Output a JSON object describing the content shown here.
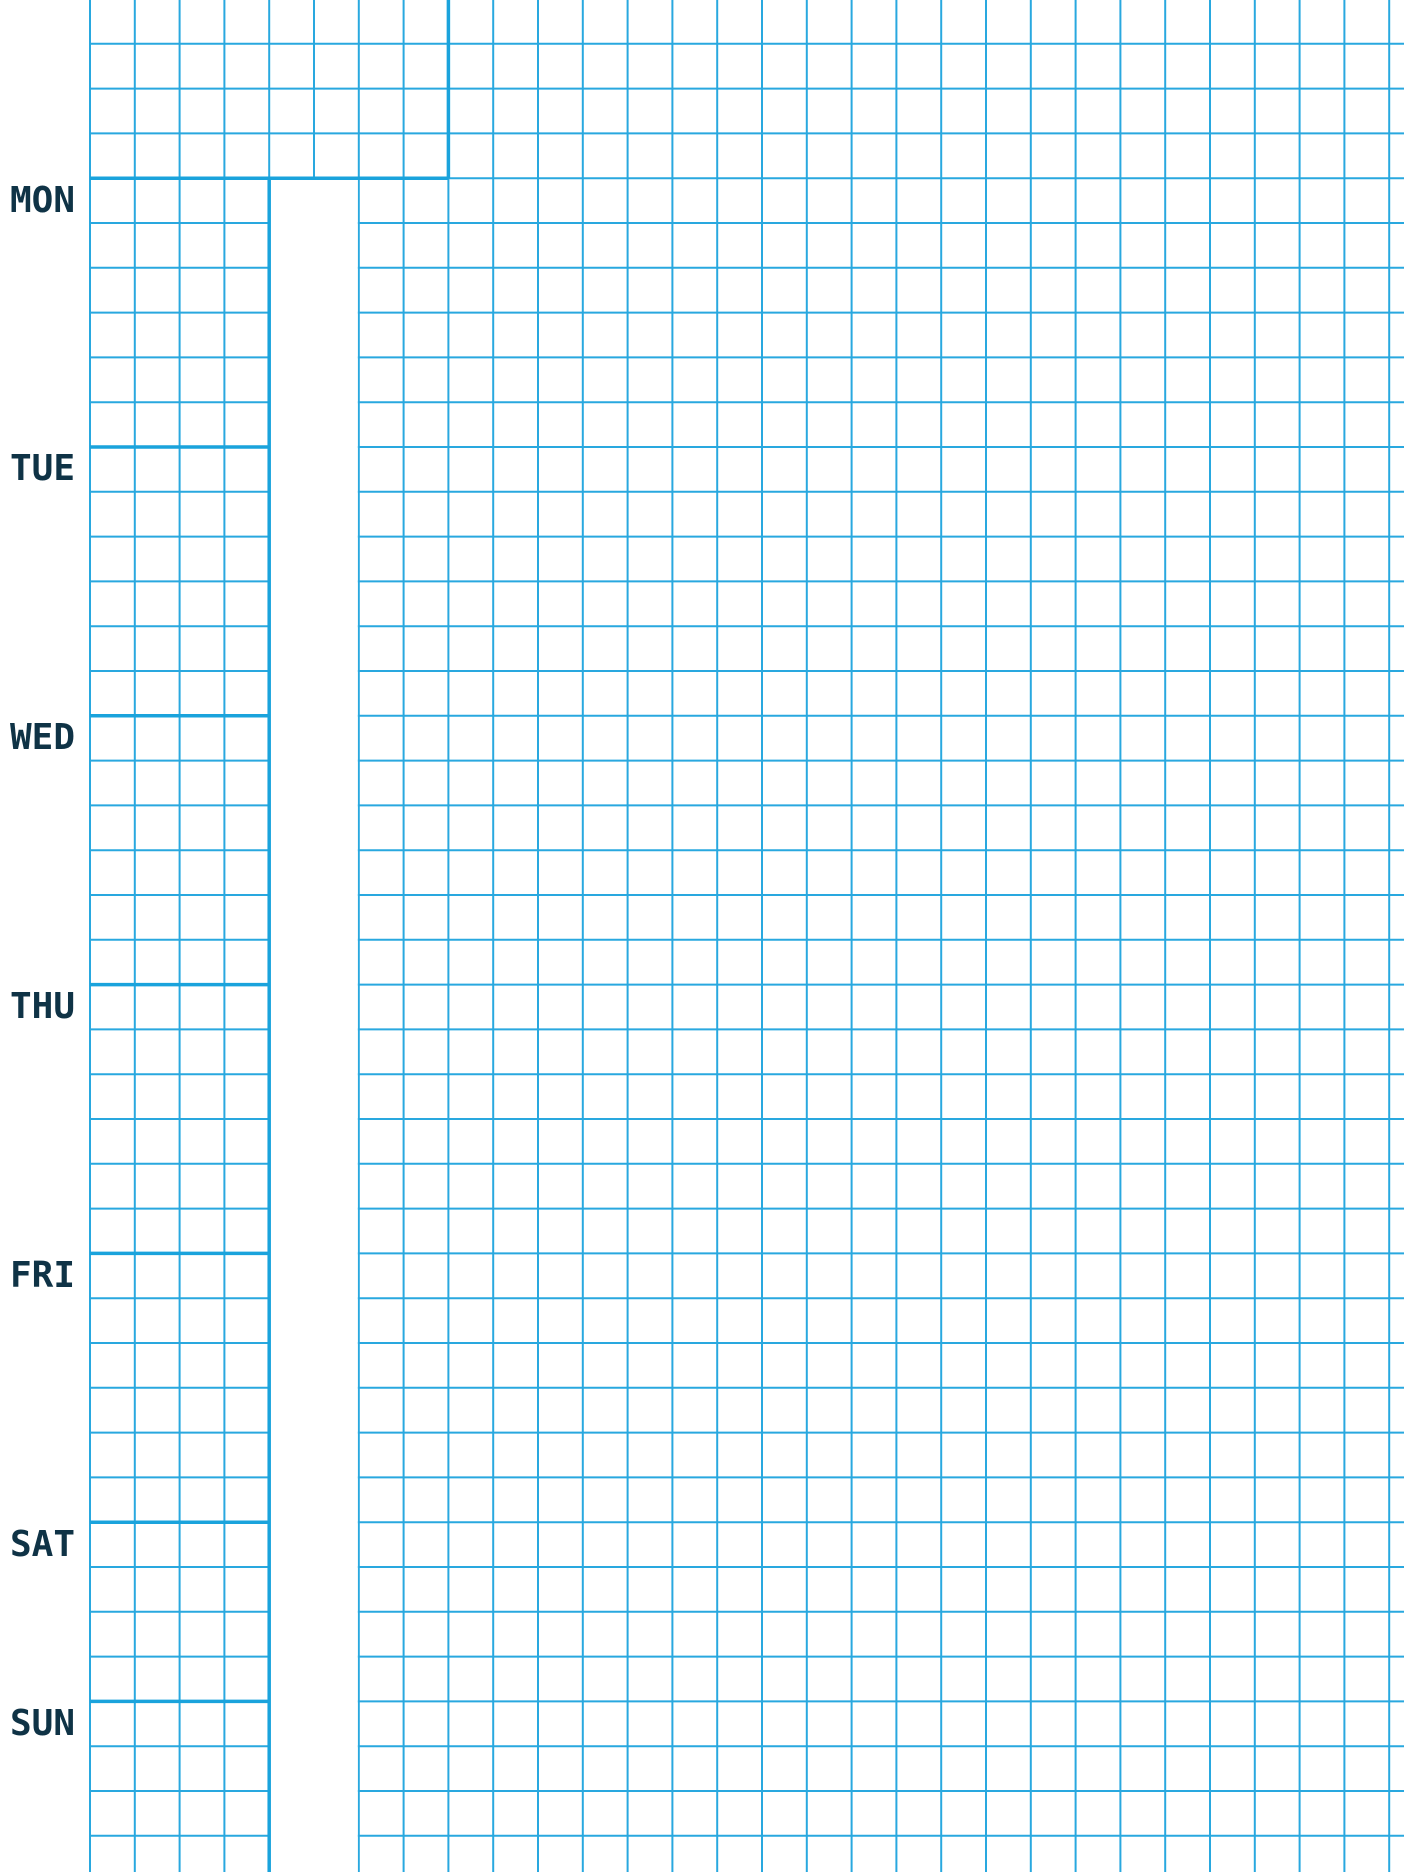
{
  "planner": {
    "days": [
      {
        "id": "mon",
        "label": "MON"
      },
      {
        "id": "tue",
        "label": "TUE"
      },
      {
        "id": "wed",
        "label": "WED"
      },
      {
        "id": "thu",
        "label": "THU"
      },
      {
        "id": "fri",
        "label": "FRI"
      },
      {
        "id": "sat",
        "label": "SAT"
      },
      {
        "id": "sun",
        "label": "SUN"
      }
    ],
    "colors": {
      "grid_line": "#29a8df",
      "divider_line": "#1aa3dc",
      "label_text": "#0f3346",
      "background": "#ffffff"
    }
  }
}
